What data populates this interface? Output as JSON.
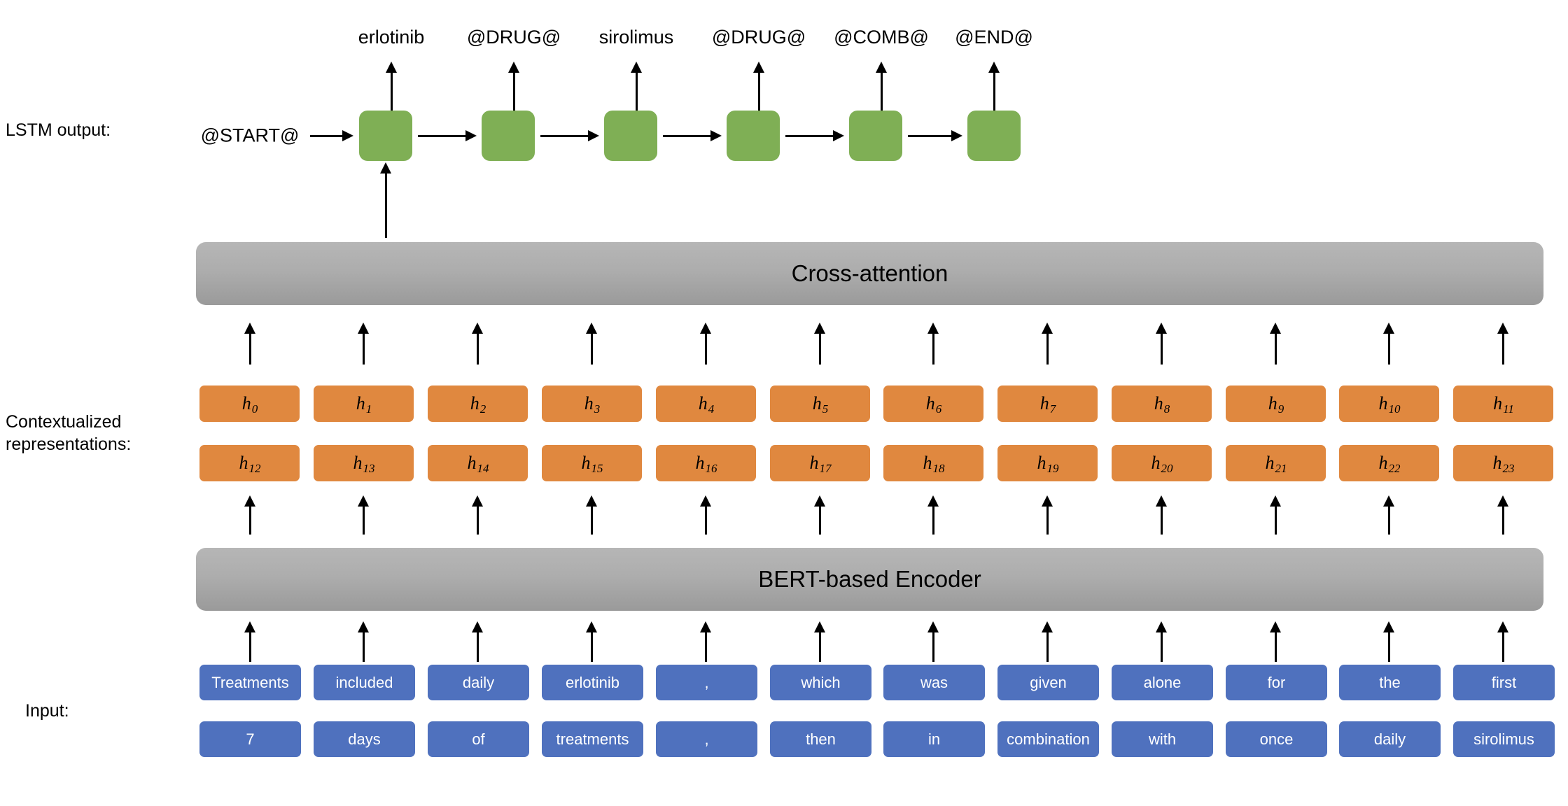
{
  "diagram": {
    "title": "BERT-based encoder with cross-attention and LSTM decoder",
    "colors": {
      "lstm_cell": "#7FAF55",
      "hidden_box": "#E0883F",
      "input_box": "#4F71BE",
      "module_bar": "#ADADAD",
      "arrow": "#000000",
      "text": "#000000",
      "input_text": "#FFFFFF",
      "background": "#FFFFFF"
    }
  },
  "labels": {
    "lstm_output": "LSTM output:",
    "contextualized": "Contextualized\nrepresentations:",
    "input": "Input:"
  },
  "lstm": {
    "start_token": "@START@",
    "outputs": [
      "erlotinib",
      "@DRUG@",
      "sirolimus",
      "@DRUG@",
      "@COMB@",
      "@END@"
    ],
    "cell_count": 6
  },
  "modules": {
    "cross_attention": "Cross-attention",
    "bert_encoder": "BERT-based Encoder"
  },
  "hidden": {
    "row_top": [
      "h_0",
      "h_1",
      "h_2",
      "h_3",
      "h_4",
      "h_5",
      "h_6",
      "h_7",
      "h_8",
      "h_9",
      "h_10",
      "h_11"
    ],
    "row_bottom": [
      "h_12",
      "h_13",
      "h_14",
      "h_15",
      "h_16",
      "h_17",
      "h_18",
      "h_19",
      "h_20",
      "h_21",
      "h_22",
      "h_23"
    ],
    "top_base": [
      "h",
      "h",
      "h",
      "h",
      "h",
      "h",
      "h",
      "h",
      "h",
      "h",
      "h",
      "h"
    ],
    "top_subs": [
      "0",
      "1",
      "2",
      "3",
      "4",
      "5",
      "6",
      "7",
      "8",
      "9",
      "10",
      "11"
    ],
    "bottom_subs": [
      "12",
      "13",
      "14",
      "15",
      "16",
      "17",
      "18",
      "19",
      "20",
      "21",
      "22",
      "23"
    ]
  },
  "input_tokens": {
    "row_top": [
      "Treatments",
      "included",
      "daily",
      "erlotinib",
      ",",
      "which",
      "was",
      "given",
      "alone",
      "for",
      "the",
      "first"
    ],
    "row_bottom": [
      "7",
      "days",
      "of",
      "treatments",
      ",",
      "then",
      "in",
      "combination",
      "with",
      "once",
      "daily",
      "sirolimus"
    ]
  }
}
